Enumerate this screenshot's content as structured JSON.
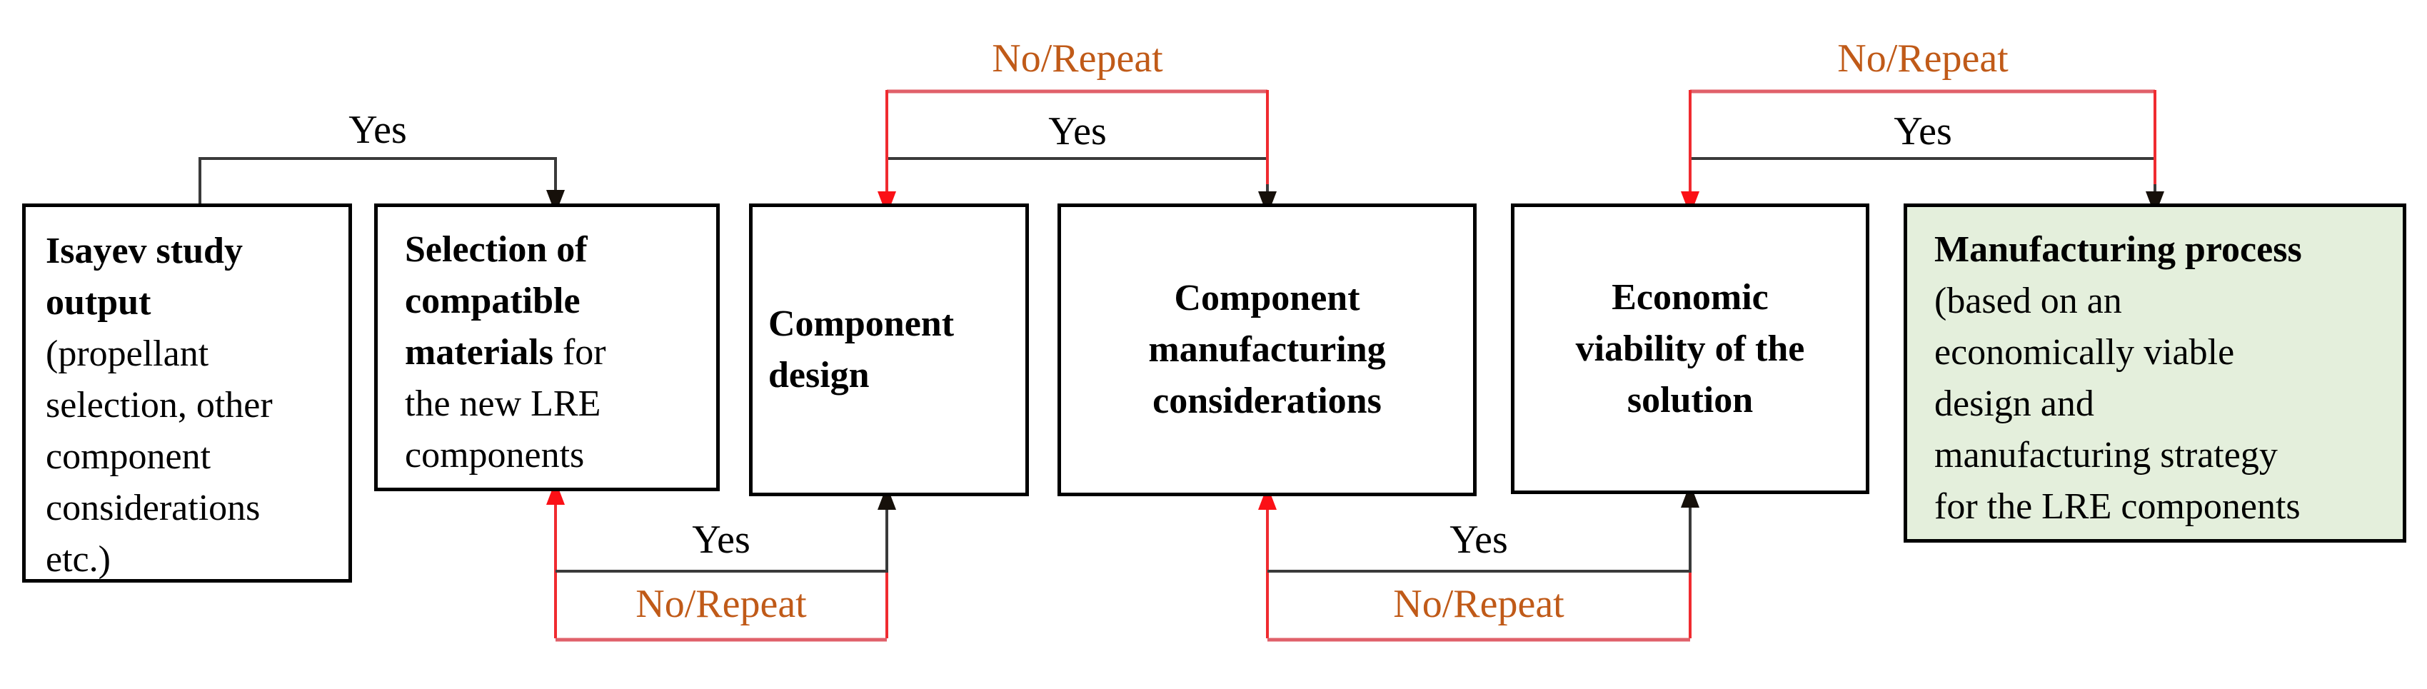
{
  "diagram": {
    "kind": "flowchart",
    "colors": {
      "background": "#ffffff",
      "box_border": "#000000",
      "box_fill_default": "#ffffff",
      "manufacturing_box_fill": "#e4efdc",
      "black_line": "#3a3a3a",
      "black_arrowhead": "#16100a",
      "red_line": "#f02b30",
      "red_line_soft": "#e0606a",
      "red_arrowhead": "#fb1016",
      "no_repeat_text": "#c05a18",
      "yes_text": "#000000"
    },
    "boxes": [
      {
        "id": "isayev-study-output",
        "bold": "Isayev study\noutput",
        "rest": "\n(propellant\nselection, other\ncomponent\nconsiderations\netc.)"
      },
      {
        "id": "selection-compatible-materials",
        "bold": "Selection of\ncompatible\nmaterials",
        "rest": " for\nthe new LRE\ncomponents"
      },
      {
        "id": "component-design",
        "bold": "Component\ndesign",
        "rest": ""
      },
      {
        "id": "component-manufacturing-considerations",
        "bold": "Component\nmanufacturing\nconsiderations",
        "rest": ""
      },
      {
        "id": "economic-viability-of-solution",
        "bold": "Economic\nviability of the\nsolution",
        "rest": ""
      },
      {
        "id": "manufacturing-process",
        "bold": "Manufacturing process",
        "rest": "\n(based on an\neconomically viable\ndesign and\nmanufacturing strategy\nfor the LRE components"
      }
    ],
    "connectors": {
      "forward_1": {
        "label": "Yes"
      },
      "loop_top_1": {
        "yes": "Yes",
        "no": "No/Repeat"
      },
      "loop_top_2": {
        "yes": "Yes",
        "no": "No/Repeat"
      },
      "loop_bottom_1": {
        "yes": "Yes",
        "no": "No/Repeat"
      },
      "loop_bottom_2": {
        "yes": "Yes",
        "no": "No/Repeat"
      }
    }
  }
}
